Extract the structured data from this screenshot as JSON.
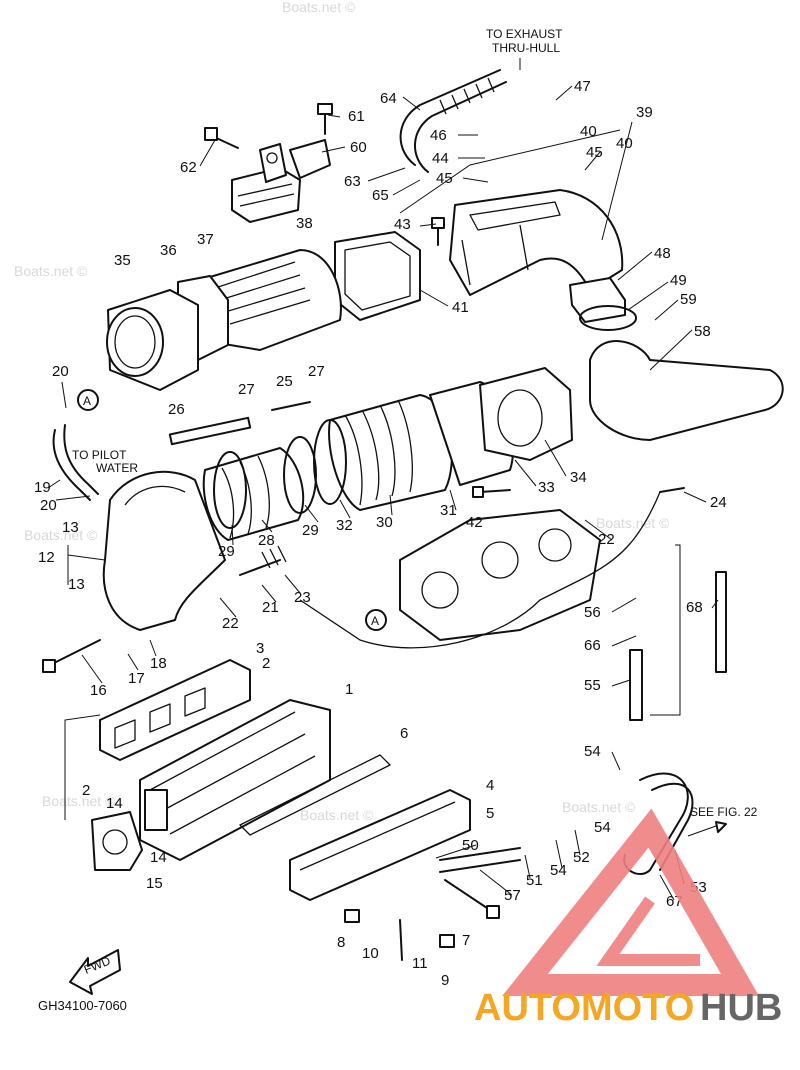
{
  "notes": {
    "exhaust_line1": "TO EXHAUST",
    "exhaust_line2": "THRU-HULL",
    "pilot_line1": "TO PILOT",
    "pilot_line2": "WATER",
    "see_fig": "SEE FIG. 22",
    "fwd": "FWD",
    "ref_a": "A"
  },
  "diagram_code": "GH34100-7060",
  "watermark": "Boats.net ©",
  "brand": {
    "part1": "AUTOMOTO",
    "part2": "HUB",
    "color1": "#f5a623",
    "color2": "#666666",
    "logo_color": "#f08080"
  },
  "callouts": [
    "1",
    "2",
    "2",
    "3",
    "4",
    "5",
    "6",
    "7",
    "8",
    "9",
    "10",
    "11",
    "12",
    "13",
    "13",
    "14",
    "14",
    "15",
    "16",
    "17",
    "18",
    "19",
    "20",
    "20",
    "21",
    "22",
    "22",
    "23",
    "24",
    "25",
    "26",
    "27",
    "27",
    "28",
    "29",
    "29",
    "30",
    "31",
    "32",
    "33",
    "34",
    "35",
    "36",
    "37",
    "38",
    "39",
    "40",
    "40",
    "41",
    "42",
    "43",
    "44",
    "45",
    "45",
    "46",
    "47",
    "48",
    "49",
    "50",
    "51",
    "52",
    "53",
    "54",
    "54",
    "54",
    "55",
    "56",
    "57",
    "58",
    "59",
    "60",
    "61",
    "62",
    "63",
    "64",
    "65",
    "66",
    "67",
    "68"
  ]
}
